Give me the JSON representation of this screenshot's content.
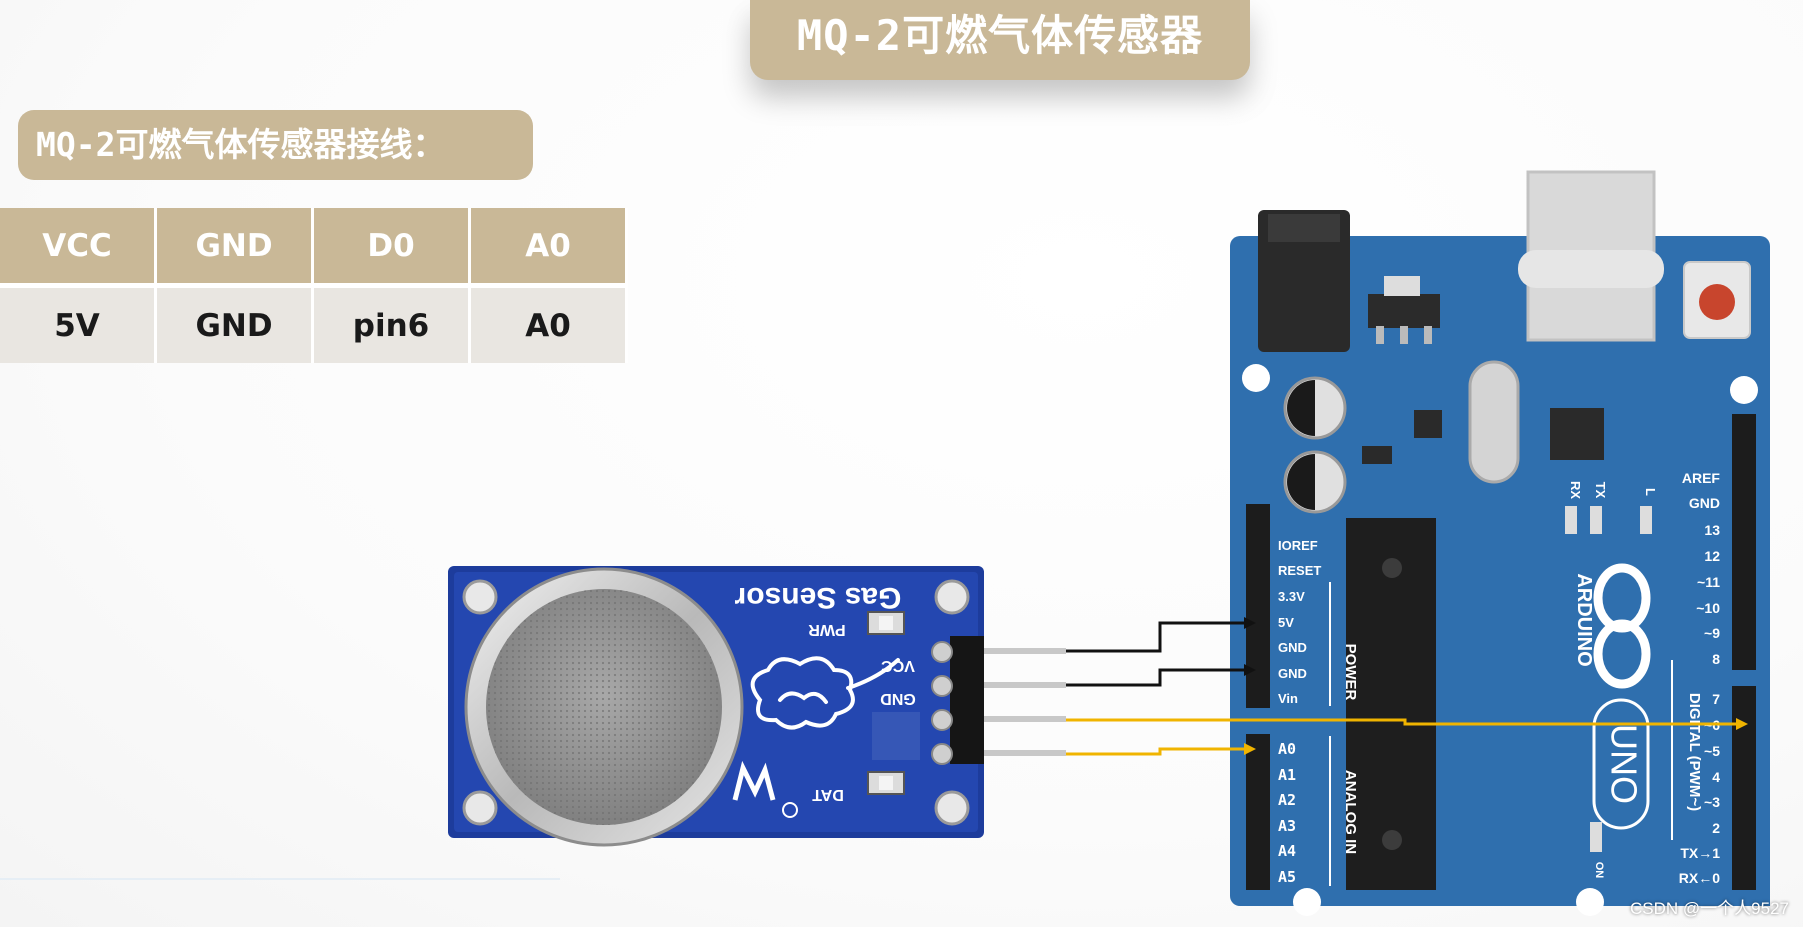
{
  "title": "MQ-2可燃气体传感器",
  "wiring_heading": "MQ-2可燃气体传感器接线：",
  "pin_table": {
    "headers": [
      "VCC",
      "GND",
      "D0",
      "A0"
    ],
    "row": [
      "5V",
      "GND",
      "pin6",
      "A0"
    ]
  },
  "sensor": {
    "label": "Gas Sensor",
    "pwr": "PWR",
    "dat": "DAT",
    "pins": [
      "VCC",
      "GND"
    ]
  },
  "arduino": {
    "brand": "ARDUINO",
    "model": "UNO",
    "power_pins": [
      "IOREF",
      "RESET",
      "3.3V",
      "5V",
      "GND",
      "GND",
      "Vin"
    ],
    "power_group": "POWER",
    "analog_pins": [
      "A0",
      "A1",
      "A2",
      "A3",
      "A4",
      "A5"
    ],
    "analog_group": "ANALOG IN",
    "digital_top": [
      "AREF",
      "GND",
      "13",
      "12",
      "~11",
      "~10",
      "~9",
      "8"
    ],
    "digital_bottom": [
      "7",
      "~6",
      "~5",
      "4",
      "~3",
      "2",
      "TX→1",
      "RX←0"
    ],
    "digital_group": "DIGITAL (PWM~)",
    "led_labels": [
      "RX",
      "TX",
      "L"
    ],
    "on_label": "ON"
  },
  "wire_colors": {
    "power": "#111111",
    "signal": "#f0b400"
  },
  "watermark": "CSDN @一个人9527"
}
